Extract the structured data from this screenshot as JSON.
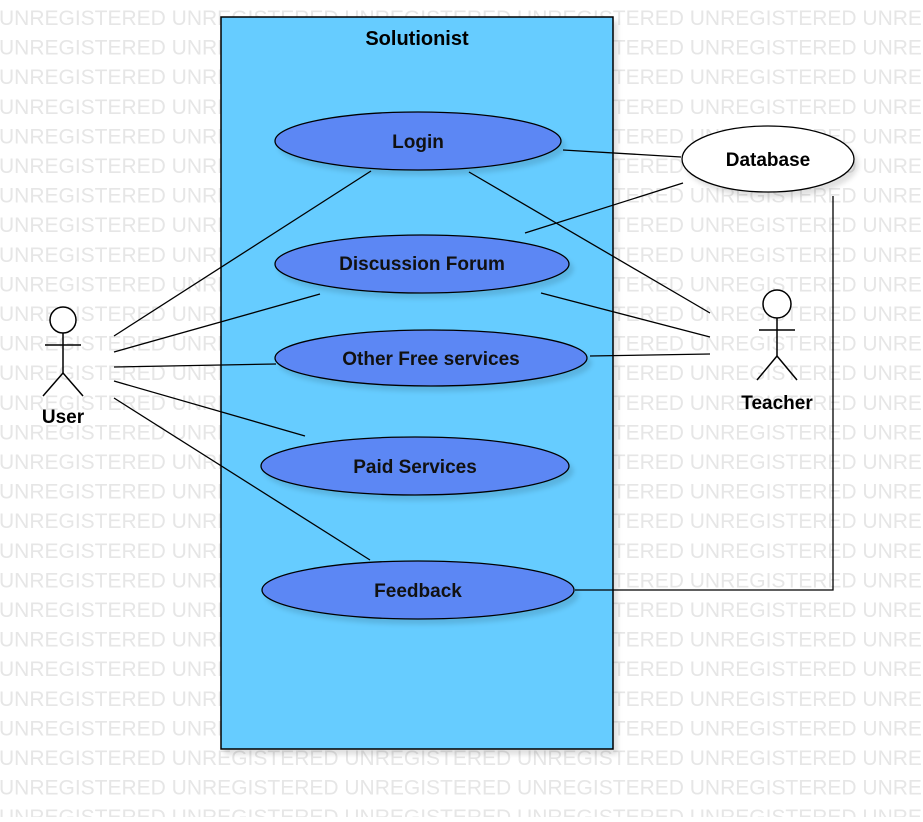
{
  "watermark": {
    "text": "UNREGISTERED",
    "color": "#e6e6e6"
  },
  "system": {
    "title": "Solutionist",
    "fill": "#66ccff"
  },
  "use_cases": [
    {
      "id": "login",
      "label": "Login"
    },
    {
      "id": "discussion-forum",
      "label": "Discussion Forum"
    },
    {
      "id": "other-free-services",
      "label": "Other Free services"
    },
    {
      "id": "paid-services",
      "label": "Paid Services"
    },
    {
      "id": "feedback",
      "label": "Feedback"
    }
  ],
  "use_case_style": {
    "fill": "#5b87f4",
    "stroke": "#000000"
  },
  "database": {
    "label": "Database"
  },
  "actors": {
    "user": {
      "label": "User"
    },
    "teacher": {
      "label": "Teacher"
    }
  },
  "associations": [
    {
      "from": "user",
      "to": "login"
    },
    {
      "from": "user",
      "to": "discussion-forum"
    },
    {
      "from": "user",
      "to": "other-free-services"
    },
    {
      "from": "user",
      "to": "paid-services"
    },
    {
      "from": "user",
      "to": "feedback"
    },
    {
      "from": "teacher",
      "to": "login"
    },
    {
      "from": "teacher",
      "to": "discussion-forum"
    },
    {
      "from": "teacher",
      "to": "other-free-services"
    },
    {
      "from": "login",
      "to": "database"
    },
    {
      "from": "discussion-forum",
      "to": "database"
    },
    {
      "from": "feedback",
      "to": "database"
    }
  ]
}
